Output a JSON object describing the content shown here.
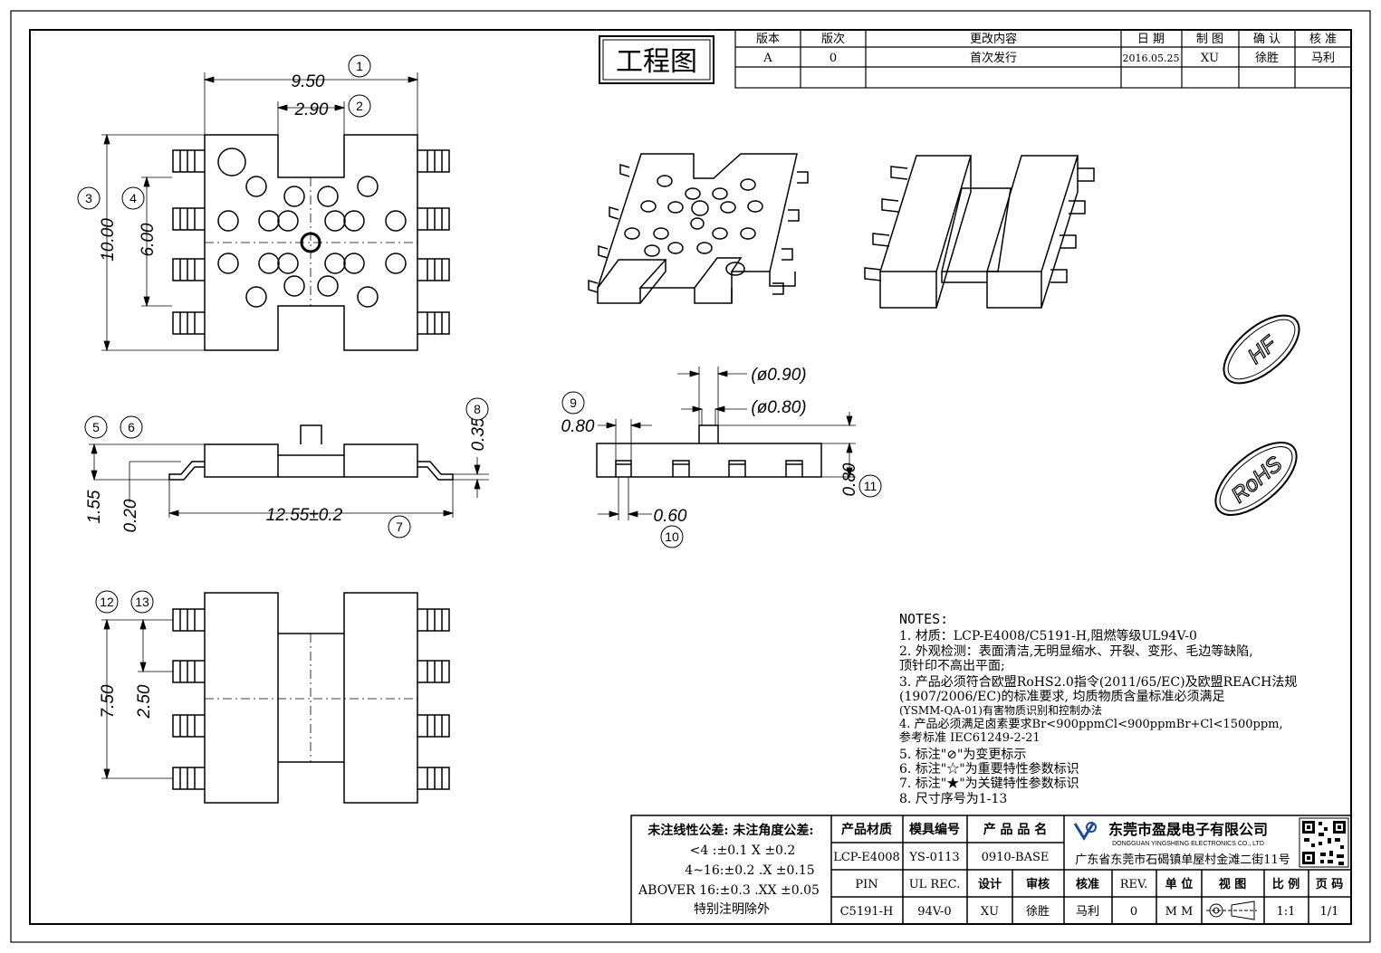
{
  "title_stamp": "工程图",
  "revision_table": {
    "headers": [
      "版本",
      "版次",
      "更改内容",
      "日 期",
      "制 图",
      "确 认",
      "核 准"
    ],
    "rows": [
      [
        "A",
        "0",
        "首次发行",
        "2016.05.25",
        "XU",
        "徐胜",
        "马利"
      ],
      [
        "",
        "",
        "",
        "",
        "",
        "",
        ""
      ]
    ]
  },
  "dimensions": {
    "d1": "9.50",
    "d2": "2.90",
    "d3": "10.00",
    "d4": "6.00",
    "d5_d6": "1.55",
    "d6v": "0.20",
    "d7": "12.55±0.2",
    "d8": "0.35",
    "d9": "0.80",
    "d10": "0.60",
    "d11": "0.80",
    "dia1": "(ø0.90)",
    "dia2": "(ø0.80)",
    "d12": "7.50",
    "d13": "2.50"
  },
  "balloons": [
    "1",
    "2",
    "3",
    "4",
    "5",
    "6",
    "7",
    "8",
    "9",
    "10",
    "11",
    "12",
    "13"
  ],
  "marks": {
    "hf": "HF",
    "rohs": "RoHS"
  },
  "notes": {
    "heading": "NOTES:",
    "lines": [
      "1. 材质：LCP-E4008/C5191-H,阻燃等级UL94V-0",
      "2. 外观检测：表面清洁,无明显缩水、开裂、变形、毛边等缺陷,",
      "    顶针印不高出平面;",
      "3. 产品必须符合欧盟RoHS2.0指令(2011/65/EC)及欧盟REACH法规",
      "    (1907/2006/EC)的标准要求, 均质物质含量标准必须满足",
      "    (YSMM-QA-01)有害物质识别和控制办法",
      "4. 产品必须满足卤素要求Br<900ppmCl<900ppmBr+Cl<1500ppm,",
      "    参考标准 IEC61249-2-21",
      "5. 标注\"⊘\"为变更标示",
      "6. 标注\"☆\"为重要特性参数标识",
      "7. 标注\"★\"为关键特性参数标识",
      "8. 尺寸序号为1-13"
    ]
  },
  "tolerance": {
    "header": "未注线性公差:  未注角度公差:",
    "lines": [
      "<4 :±0.1  X ±0.2",
      "4~16:±0.2  .X ±0.15",
      "ABOVER 16:±0.3  .XX ±0.05",
      "特别注明除外"
    ]
  },
  "title_block": {
    "material_label": "产品材质",
    "mold_label": "模具编号",
    "product_label": "产 品 品 名",
    "material": "LCP-E4008",
    "mold": "YS-0113",
    "product": "0910-BASE",
    "pin_label": "PIN",
    "ul_label": "UL REC.",
    "pin": "C5191-H",
    "ul": "94V-0",
    "design_label": "设计",
    "review_label": "审核",
    "approve_label": "核准",
    "rev_label": "REV.",
    "unit_label": "单 位",
    "view_label": "视 图",
    "scale_label": "比 例",
    "page_label": "页 码",
    "design": "XU",
    "review": "徐胜",
    "approve": "马利",
    "rev": "0",
    "unit": "M M",
    "scale": "1:1",
    "page": "1/1",
    "company": "东莞市盈晟电子有限公司",
    "company_en": "DONGGUAN YINGSHENG ELECTRONICS CO., LTD",
    "address": "广东省东莞市石碣镇单屋村金滩二街11号"
  }
}
